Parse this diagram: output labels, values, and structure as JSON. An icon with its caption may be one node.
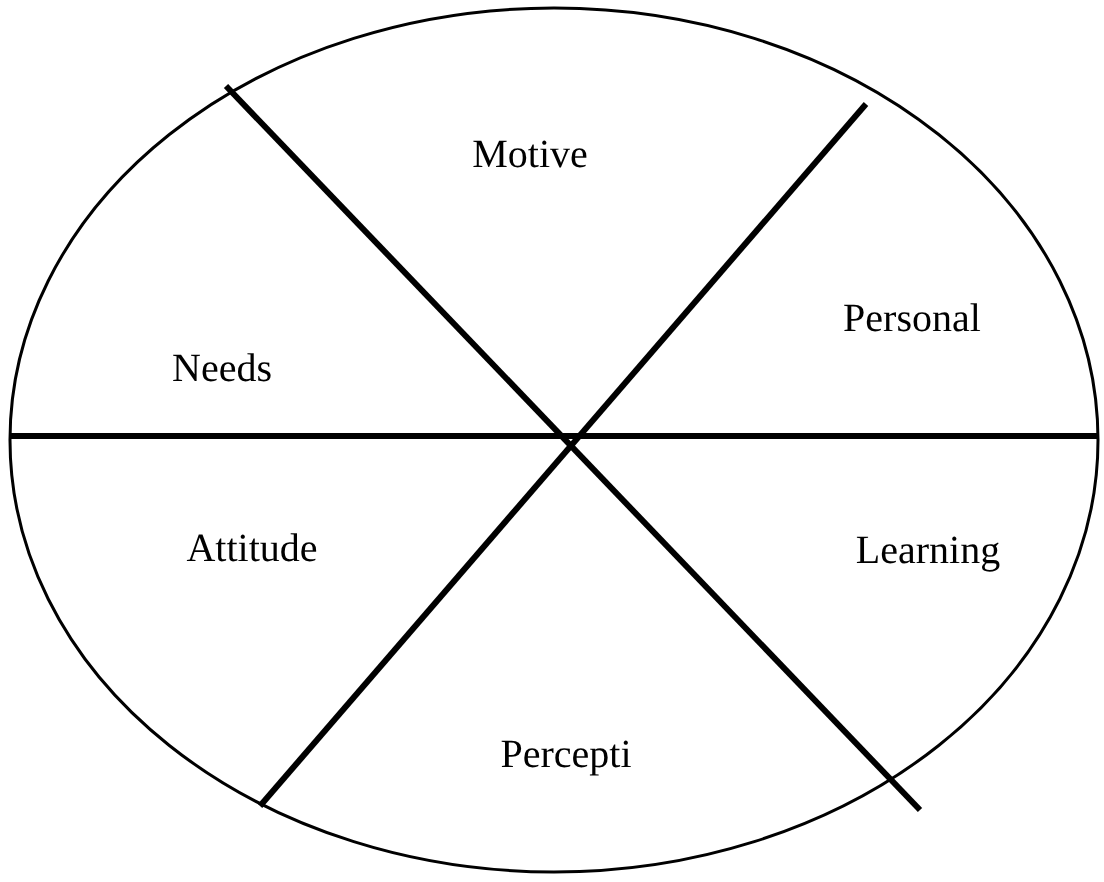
{
  "diagram": {
    "nodes": [
      {
        "text": [
          "Motive"
        ]
      },
      {
        "text": [
          "Needs"
        ]
      },
      {
        "text": [
          "Personal"
        ]
      },
      {
        "text": [
          "Attitude"
        ]
      },
      {
        "text": [
          "Learning"
        ]
      },
      {
        "text": [
          "Percepti"
        ]
      }
    ]
  }
}
